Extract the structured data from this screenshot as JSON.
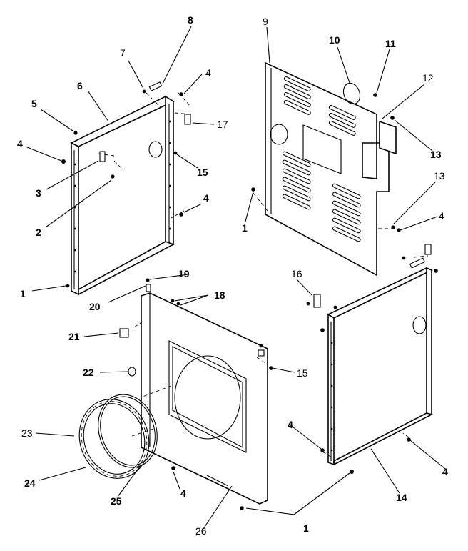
{
  "diagram": {
    "callouts": {
      "c1_left": "1",
      "c1_mid": "1",
      "c1_bottom": "1",
      "c2": "2",
      "c3": "3",
      "c4_a": "4",
      "c4_b": "4",
      "c4_c": "4",
      "c4_d": "4",
      "c4_e": "4",
      "c4_f": "4",
      "c4_g": "4",
      "c5": "5",
      "c6": "6",
      "c7": "7",
      "c8": "8",
      "c9": "9",
      "c10": "10",
      "c11": "11",
      "c12": "12",
      "c13_a": "13",
      "c13_b": "13",
      "c14": "14",
      "c15_a": "15",
      "c15_b": "15",
      "c16": "16",
      "c17": "17",
      "c18": "18",
      "c19": "19",
      "c20": "20",
      "c21": "21",
      "c22": "22",
      "c23": "23",
      "c24": "24",
      "c25": "25",
      "c26": "26"
    }
  }
}
